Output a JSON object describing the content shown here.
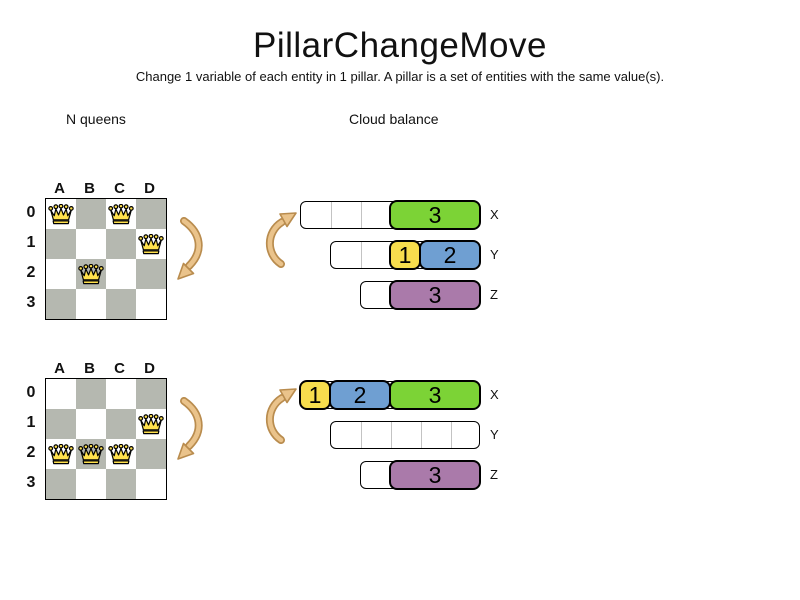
{
  "title": "PillarChangeMove",
  "subtitle": "Change 1 variable of each entity in 1 pillar. A pillar is a set of entities with the same value(s).",
  "colors": {
    "board_gray": "#b5b8b0",
    "queen_gold": "#ffe14d",
    "green": "#7cd336",
    "yellow": "#f7dd4d",
    "blue": "#6f9fd2",
    "purple": "#aa7aaa",
    "arrow_fill": "#eac38b",
    "arrow_stroke": "#b98c4e"
  },
  "nqueens": {
    "label": "N queens",
    "columns": [
      "A",
      "B",
      "C",
      "D"
    ],
    "rows": [
      "0",
      "1",
      "2",
      "3"
    ],
    "boards": [
      {
        "name": "before",
        "queens": [
          {
            "row": 0,
            "col": "A"
          },
          {
            "row": 0,
            "col": "C"
          },
          {
            "row": 1,
            "col": "D"
          },
          {
            "row": 2,
            "col": "B"
          }
        ]
      },
      {
        "name": "after",
        "queens": [
          {
            "row": 1,
            "col": "D"
          },
          {
            "row": 2,
            "col": "A"
          },
          {
            "row": 2,
            "col": "B"
          },
          {
            "row": 2,
            "col": "C"
          }
        ]
      }
    ]
  },
  "cloud": {
    "label": "Cloud balance",
    "states": [
      {
        "name": "before",
        "bars": [
          {
            "label": "X",
            "total_slots": 6,
            "empty_slots": 3,
            "blocks": [
              {
                "value": "3",
                "color": "green",
                "slots": 3
              }
            ]
          },
          {
            "label": "Y",
            "total_slots": 5,
            "empty_slots": 2,
            "blocks": [
              {
                "value": "1",
                "color": "yellow",
                "slots": 1
              },
              {
                "value": "2",
                "color": "blue",
                "slots": 2
              }
            ]
          },
          {
            "label": "Z",
            "total_slots": 4,
            "empty_slots": 1,
            "blocks": [
              {
                "value": "3",
                "color": "purple",
                "slots": 3
              }
            ]
          }
        ]
      },
      {
        "name": "after",
        "bars": [
          {
            "label": "X",
            "total_slots": 6,
            "empty_slots": 0,
            "blocks": [
              {
                "value": "1",
                "color": "yellow",
                "slots": 1
              },
              {
                "value": "2",
                "color": "blue",
                "slots": 2
              },
              {
                "value": "3",
                "color": "green",
                "slots": 3
              }
            ]
          },
          {
            "label": "Y",
            "total_slots": 5,
            "empty_slots": 5,
            "blocks": []
          },
          {
            "label": "Z",
            "total_slots": 4,
            "empty_slots": 1,
            "blocks": [
              {
                "value": "3",
                "color": "purple",
                "slots": 3
              }
            ]
          }
        ]
      }
    ]
  }
}
